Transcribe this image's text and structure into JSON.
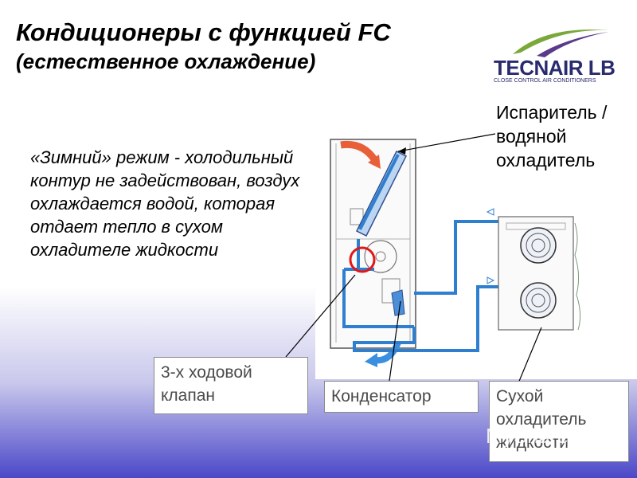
{
  "title": {
    "line1": "Кондиционеры с функцией FC",
    "line2": "(естественное охлаждение)"
  },
  "logo": {
    "name": "TECNAIR LB",
    "tagline": "CLOSE CONTROL AIR CONDITIONERS"
  },
  "description": "«Зимний» режим - холодильный контур не задействован, воздух охлаждается водой, которая отдает тепло в сухом охладителе жидкости",
  "labels": {
    "evaporator": "Испаритель / водяной охладитель",
    "valve": "3-х ходовой клапан",
    "condenser": "Конденсатор",
    "dry_cooler": "Сухой охладитель жидкости"
  },
  "watermark": "MyShared",
  "colors": {
    "water_pipe": "#2f7fd0",
    "highlight_circle": "#e01818",
    "warm_air_arrow": "#e8603a",
    "cool_air_arrow": "#3a8fe0",
    "background_bottom": "#4b48c8"
  }
}
